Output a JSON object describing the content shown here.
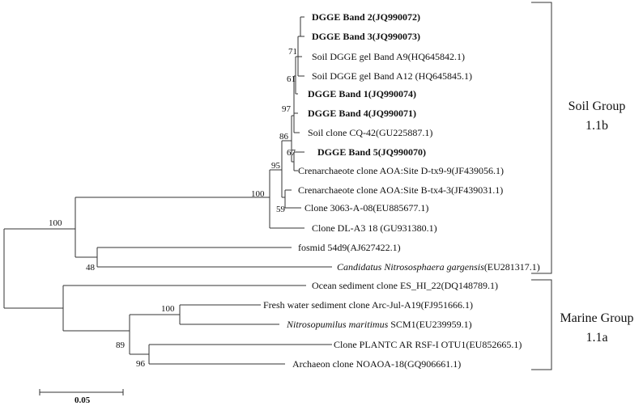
{
  "leaves": [
    {
      "id": "dgge2",
      "label": "DGGE Band 2(JQ990072)",
      "bold": true
    },
    {
      "id": "dgge3",
      "label": "DGGE Band 3(JQ990073)",
      "bold": true
    },
    {
      "id": "a9",
      "label": "Soil DGGE gel Band A9(HQ645842.1)"
    },
    {
      "id": "a12",
      "label": "Soil DGGE gel Band A12 (HQ645845.1)"
    },
    {
      "id": "dgge1",
      "label": "DGGE Band 1(JQ990074)",
      "bold": true
    },
    {
      "id": "dgge4",
      "label": "DGGE Band 4(JQ990071)",
      "bold": true
    },
    {
      "id": "cq42",
      "label": "Soil clone CQ-42(GU225887.1)"
    },
    {
      "id": "dgge5",
      "label": "DGGE Band 5(JQ990070)",
      "bold": true
    },
    {
      "id": "dtx9",
      "label": "Crenarchaeote clone AOA:Site D-tx9-9(JF439056.1)"
    },
    {
      "id": "btx4",
      "label": "Crenarchaeote clone AOA:Site B-tx4-3(JF439031.1)"
    },
    {
      "id": "c3063",
      "label": "Clone 3063-A-08(EU885677.1)"
    },
    {
      "id": "dla3",
      "label": "Clone DL-A3 18 (GU931380.1)"
    },
    {
      "id": "fos",
      "label": "fosmid 54d9(AJ627422.1)"
    },
    {
      "id": "cand",
      "label": "",
      "italic_part": "Candidatus Nitrososphaera gargensis",
      "rest": "(EU281317.1)"
    },
    {
      "id": "ocean",
      "label": "Ocean sediment clone ES_HI_22(DQ148789.1)"
    },
    {
      "id": "fresh",
      "label": "Fresh water sediment clone Arc-Jul-A19(FJ951666.1)"
    },
    {
      "id": "nitro",
      "label": "",
      "italic_part": "Nitrosopumilus maritimus",
      "rest": " SCM1(EU239959.1)"
    },
    {
      "id": "plantc",
      "label": "Clone PLANTC AR RSF-I OTU1(EU852665.1)"
    },
    {
      "id": "noaoa",
      "label": "Archaeon clone NOAOA-18(GQ906661.1)"
    }
  ],
  "bootstrap": [
    "71",
    "61",
    "97",
    "86",
    "67",
    "95",
    "100",
    "59",
    "100",
    "48",
    "100",
    "89",
    "96"
  ],
  "groups": {
    "soil": {
      "line1": "Soil Group",
      "line2": "1.1b"
    },
    "marine": {
      "line1": "Marine Group",
      "line2": "1.1a"
    }
  },
  "scale_bar": {
    "label": "0.05"
  }
}
